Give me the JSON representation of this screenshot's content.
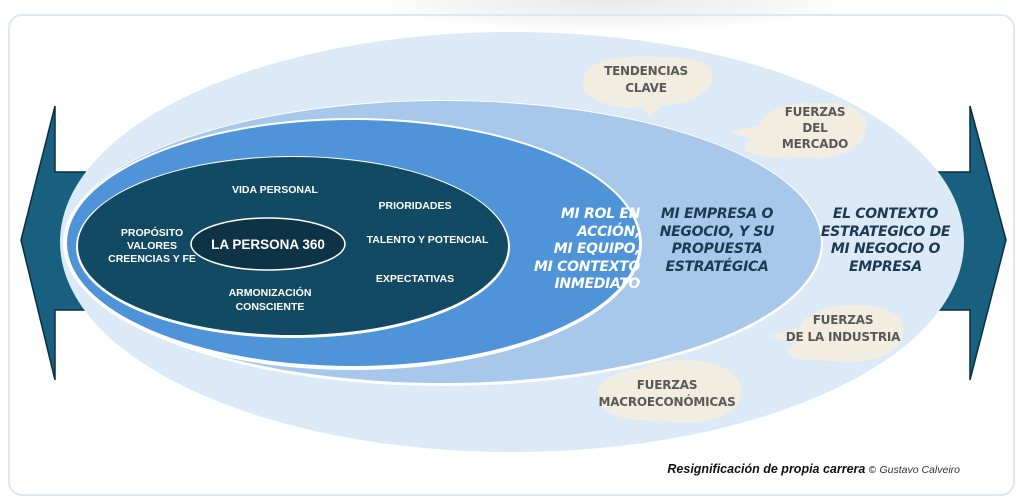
{
  "colors": {
    "arrow": "#185f80",
    "arrow_stroke": "#0c2d3e",
    "ring_outer": "#dce9f6",
    "ring_company": "#a7c8ea",
    "ring_role": "#4f94d8",
    "ring_person": "#134a63",
    "core": "#0e3347",
    "bubble": "#f2ede1",
    "card_border": "#dbe7f5"
  },
  "core": {
    "label": "LA PERSONA 360"
  },
  "person_ring": {
    "items": [
      {
        "id": "vida-personal",
        "text": "VIDA PERSONAL"
      },
      {
        "id": "proposito",
        "text": "PROPÓSITO\nVALORES\nCREENCIAS Y FE"
      },
      {
        "id": "armonizacion",
        "text": "ARMONIZACIÓN\nCONSCIENTE"
      },
      {
        "id": "prioridades",
        "text": "PRIORIDADES"
      },
      {
        "id": "talento",
        "text": "TALENTO Y POTENCIAL"
      },
      {
        "id": "expectativas",
        "text": "EXPECTATIVAS"
      }
    ]
  },
  "role_ring": {
    "label": "MI ROL EN ACCIÓN,\nMI EQUIPO,\nMI CONTEXTO\nINMEDIATO"
  },
  "company_ring": {
    "label": "MI EMPRESA O\nNEGOCIO, Y SU\nPROPUESTA\nESTRATÉGICA"
  },
  "context_ring": {
    "label": "EL CONTEXTO\nESTRATEGICO DE\nMI NEGOCIO O\nEMPRESA"
  },
  "bubbles": [
    {
      "id": "tendencias",
      "text": "TENDENCIAS\nCLAVE"
    },
    {
      "id": "mercado",
      "text": "FUERZAS\nDEL\nMERCADO"
    },
    {
      "id": "industria",
      "text": "FUERZAS\nDE LA INDUSTRIA"
    },
    {
      "id": "macro",
      "text": "FUERZAS\nMACROECONÓMICAS"
    }
  ],
  "arrows": {
    "left": "arrow-left",
    "right": "arrow-right"
  },
  "footer": {
    "title": "Resignificación de propia carrera",
    "copyright": "©",
    "author": "Gustavo Calveiro"
  }
}
